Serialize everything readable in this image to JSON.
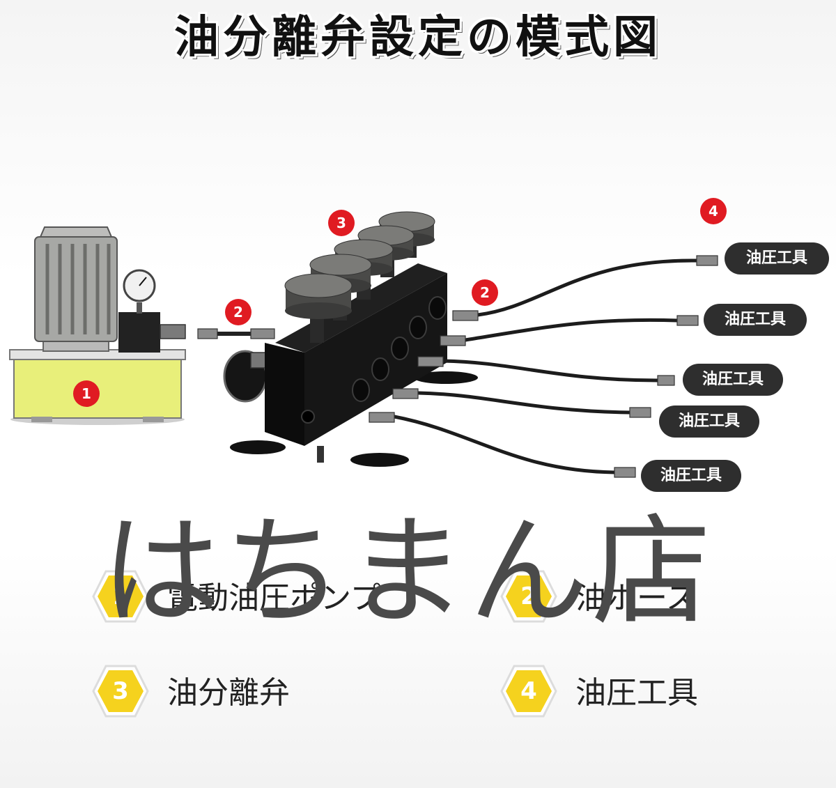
{
  "title": "油分離弁設定の模式図",
  "watermark": "はちまん店",
  "badges": {
    "pump": "1",
    "hose_left": "2",
    "valve": "3",
    "hose_right": "2",
    "tools": "4"
  },
  "tool_labels": [
    "油圧工具",
    "油圧工具",
    "油圧工具",
    "油圧工具",
    "油圧工具"
  ],
  "legend": [
    {
      "num": "1",
      "label": "電動油圧ポンプ"
    },
    {
      "num": "2",
      "label": "油ホース"
    },
    {
      "num": "3",
      "label": "油分離弁"
    },
    {
      "num": "4",
      "label": "油圧工具"
    }
  ],
  "colors": {
    "badge_red": "#e01b22",
    "hex_yellow": "#f5d21e",
    "pump_tank": "#e8ef7a",
    "pill_dark": "#2e2e2e"
  }
}
